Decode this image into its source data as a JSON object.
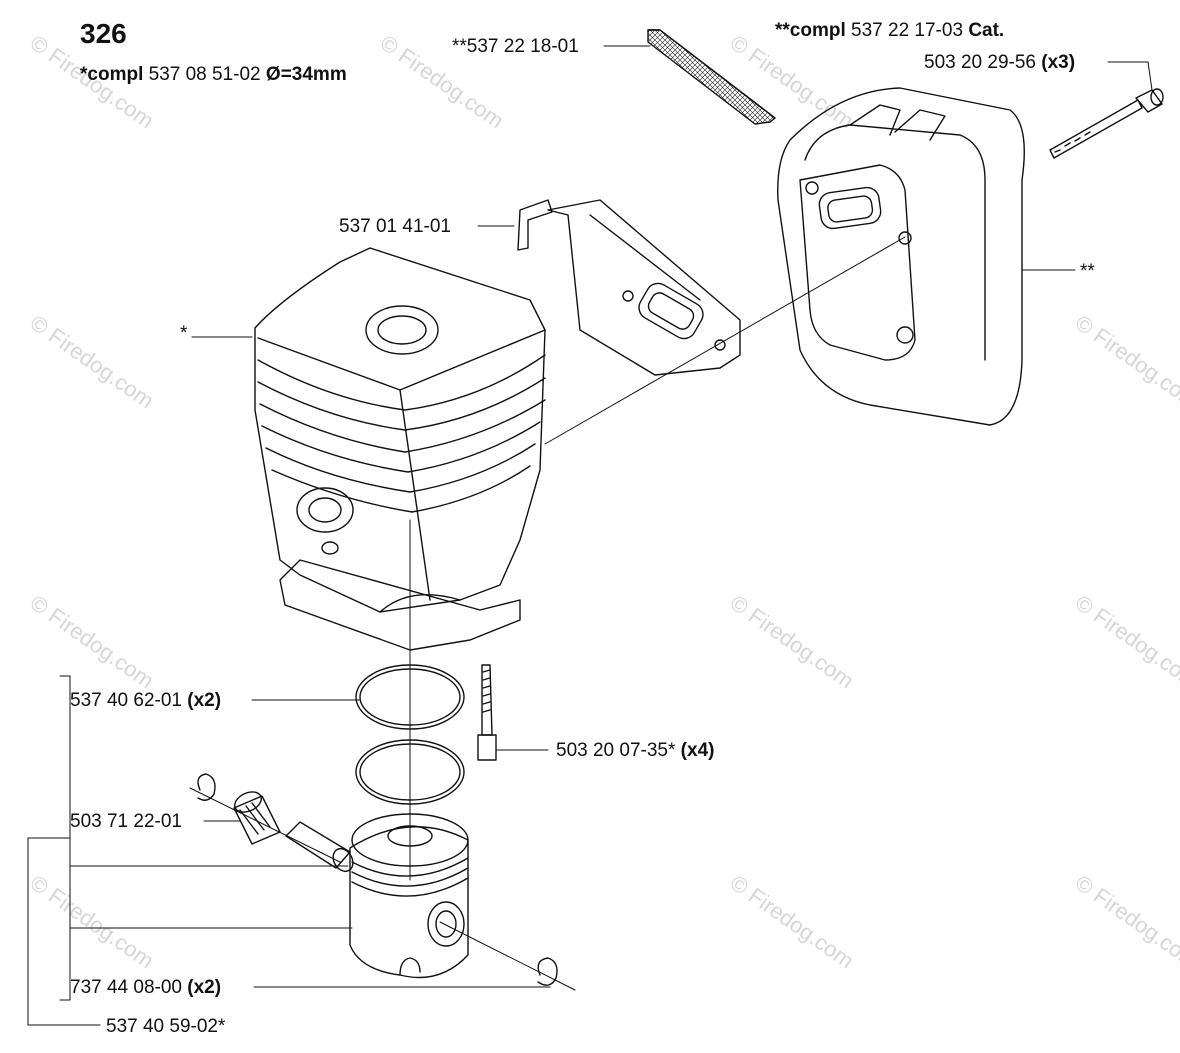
{
  "diagram": {
    "page_number": "326",
    "cylinder_compl": {
      "prefix": "*compl",
      "part": "537 08 51-02",
      "spec": "Ø=34mm"
    },
    "muffler_compl": {
      "prefix": "**compl",
      "part": "537 22 17-03",
      "suffix": "Cat."
    },
    "labels": {
      "screen": "**537 22 18-01",
      "muffler_bolt": "503 20 29-56",
      "muffler_bolt_qty": "(x3)",
      "bracket": "537 01 41-01",
      "cylinder_marker": "*",
      "muffler_marker": "**",
      "piston_ring": "537 40 62-01",
      "piston_ring_qty": "(x2)",
      "cylinder_bolt": "503 20 07-35*",
      "cylinder_bolt_qty": "(x4)",
      "needle_bearing": "503 71 22-01",
      "circlip": "737 44 08-00",
      "circlip_qty": "(x2)",
      "piston_kit": "537 40 59-02*"
    },
    "watermark": "© Firedog.com"
  }
}
